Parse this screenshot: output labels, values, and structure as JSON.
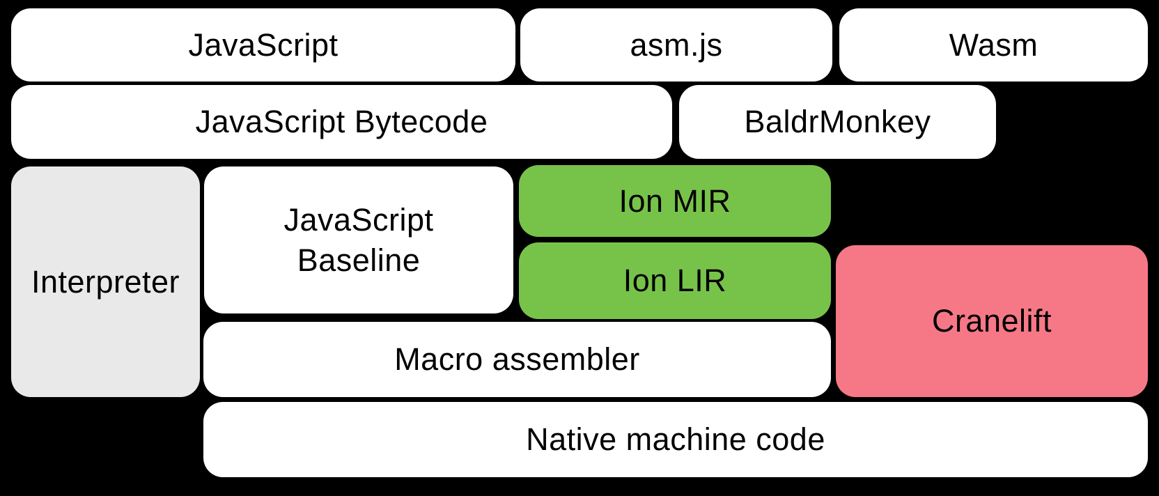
{
  "colors": {
    "background": "#000000",
    "box_white": "#ffffff",
    "box_gray": "#e9e9e9",
    "box_green": "#77c34a",
    "box_pink": "#f67886",
    "text": "#000000"
  },
  "blocks": [
    {
      "label": "JavaScript"
    },
    {
      "label": "asm.js"
    },
    {
      "label": "Wasm"
    },
    {
      "label": "JavaScript Bytecode"
    },
    {
      "label": "BaldrMonkey"
    },
    {
      "label": "Interpreter"
    },
    {
      "label": "JavaScript\nBaseline"
    },
    {
      "label": "Ion MIR"
    },
    {
      "label": "Ion LIR"
    },
    {
      "label": "Cranelift"
    },
    {
      "label": "Macro assembler"
    },
    {
      "label": "Native machine code"
    }
  ]
}
